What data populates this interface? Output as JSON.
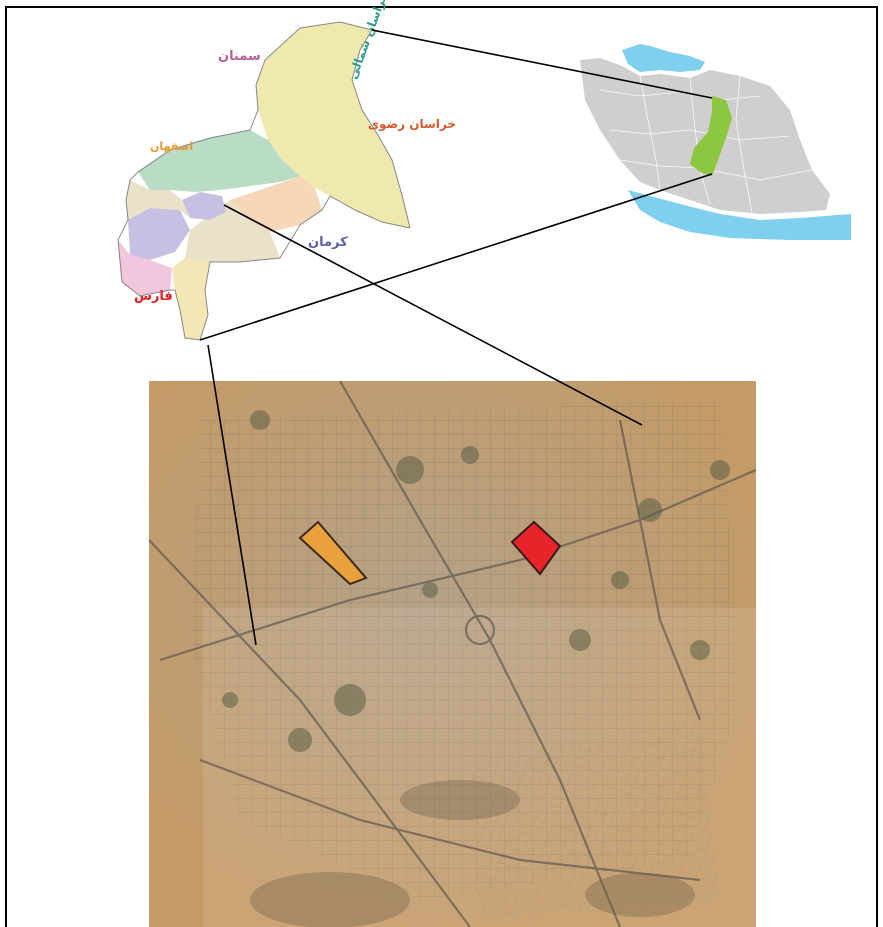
{
  "province_map": {
    "labels": {
      "semnan": "سمنان",
      "north_khorasan": "خراسان شمالی",
      "razavi_khorasan": "خراسان رضوی",
      "isfahan": "اصفهان",
      "kerman": "کرمان",
      "fars": "فارس"
    },
    "label_colors": {
      "semnan": "#b8609a",
      "north_khorasan": "#2f9b8c",
      "razavi_khorasan": "#d7572b",
      "isfahan": "#e59a32",
      "kerman": "#5a5fa6",
      "fars": "#e31e1e"
    },
    "region_colors": [
      "#efe9b0",
      "#b8dcc4",
      "#f6d7b8",
      "#c7c0e2",
      "#f2c6dc",
      "#e9e2c8",
      "#f3e7b6"
    ]
  },
  "iran_map": {
    "land_color": "#cfcfcf",
    "sea_color": "#7fd0ef",
    "highlight_color": "#8dc63f"
  },
  "satellite": {
    "base_color": "#c49a66",
    "markers": [
      {
        "name": "orange-site",
        "color": "#e8a13c"
      },
      {
        "name": "red-site",
        "color": "#e8242a"
      }
    ]
  }
}
